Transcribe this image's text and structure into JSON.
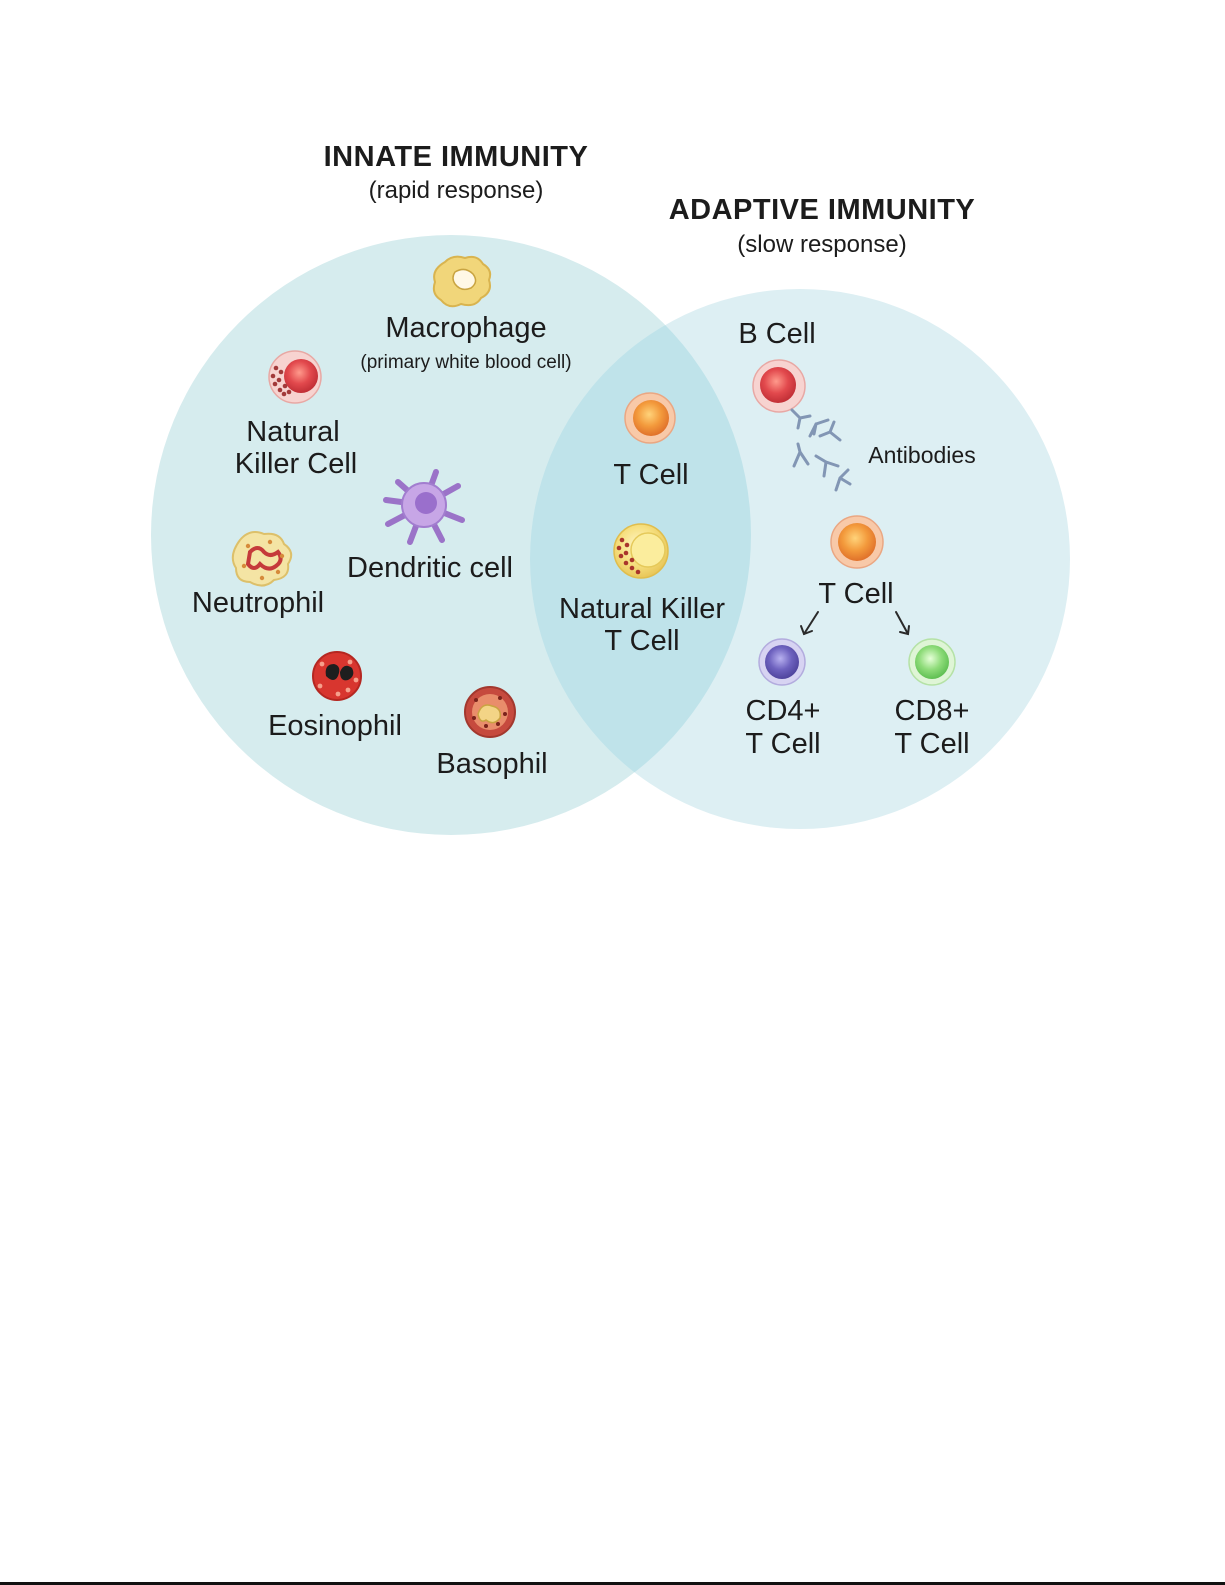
{
  "innate": {
    "title": "INNATE IMMUNITY",
    "subtitle": "(rapid response)",
    "macrophage": "Macrophage",
    "macrophage_note": "(primary white blood cell)",
    "nk_line1": "Natural",
    "nk_line2": "Killer Cell",
    "dendritic": "Dendritic cell",
    "neutrophil": "Neutrophil",
    "eosinophil": "Eosinophil",
    "basophil": "Basophil"
  },
  "overlap": {
    "t_cell": "T Cell",
    "nkt_line1": "Natural Killer",
    "nkt_line2": "T Cell"
  },
  "adaptive": {
    "title": "ADAPTIVE IMMUNITY",
    "subtitle": "(slow response)",
    "b_cell": "B Cell",
    "antibodies": "Antibodies",
    "t_cell": "T Cell",
    "cd4_line1": "CD4+",
    "cd4_line2": "T Cell",
    "cd8_line1": "CD8+",
    "cd8_line2": "T Cell"
  },
  "colors": {
    "innate_circle": "#d6ecee",
    "adaptive_circle": "#ddeff3",
    "overlap": "#bfe3ea",
    "t_cell": "#f39a3c",
    "b_cell": "#e2494d",
    "cd4": "#6e62bf",
    "cd8": "#8fdc7a",
    "dendritic": "#b28ad8",
    "macrophage": "#f1d67a"
  }
}
